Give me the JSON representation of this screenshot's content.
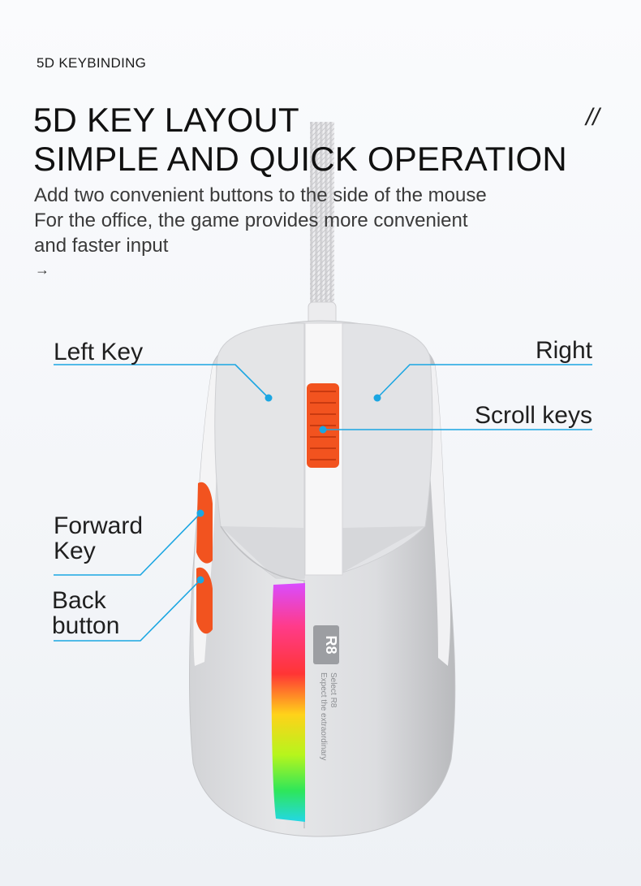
{
  "eyebrow": "5D KEYBINDING",
  "headline": {
    "line1": "5D KEY LAYOUT",
    "line2": "SIMPLE AND QUICK OPERATION"
  },
  "decor_slashes": "//",
  "description": [
    "Add two convenient buttons to the side of the mouse",
    "For the office, the game provides more convenient",
    "and faster input"
  ],
  "arrow_glyph": "→",
  "callouts": {
    "left_key": "Left Key",
    "right_key": "Right",
    "scroll_keys": "Scroll keys",
    "forward_line1": "Forward",
    "forward_line2": "Key",
    "back_line1": "Back",
    "back_line2": "button"
  },
  "mouse_branding": {
    "logo": "R8",
    "line1": "Select R8",
    "line2": "Expect the extraordinary"
  },
  "colors": {
    "callout_line": "#1ba6e2",
    "accent_orange": "#f2531f",
    "mouse_shell": "#e3e3e5"
  }
}
